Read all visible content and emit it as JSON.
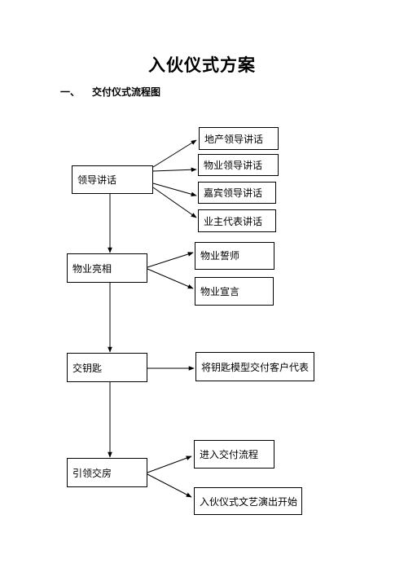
{
  "document": {
    "title": "入伙仪式方案",
    "section": {
      "number": "一、",
      "title": "交付仪式流程图"
    }
  },
  "flowchart": {
    "steps": [
      {
        "label": "领导讲话",
        "branches": [
          "地产领导讲话",
          "物业领导讲话",
          "嘉宾领导讲话",
          "业主代表讲话"
        ]
      },
      {
        "label": "物业亮相",
        "branches": [
          "物业誓师",
          "物业宣言"
        ]
      },
      {
        "label": "交钥匙",
        "branches": [
          "将钥匙模型交付客户代表"
        ]
      },
      {
        "label": "引领交房",
        "branches": [
          "进入交付流程",
          "入伙仪式文艺演出开始"
        ]
      }
    ]
  }
}
